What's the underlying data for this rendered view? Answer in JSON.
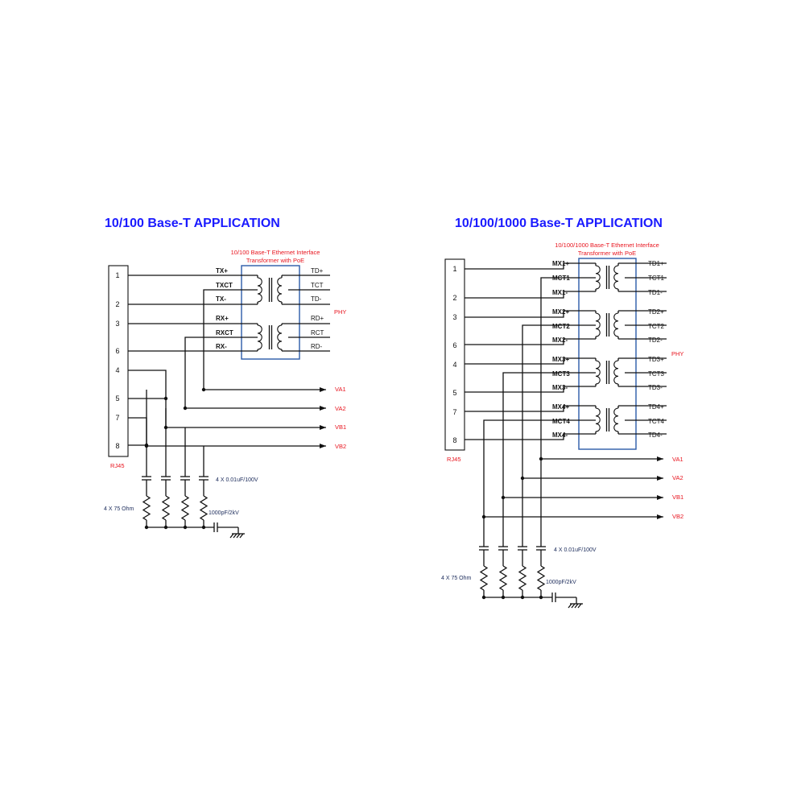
{
  "left": {
    "title": "10/100  Base-T  APPLICATION",
    "transformer_title_1": "10/100 Base-T Ethernet Interface",
    "transformer_title_2": "Transformer with PoE",
    "connector_label": "RJ45",
    "pins": [
      "1",
      "2",
      "3",
      "6",
      "4",
      "5",
      "7",
      "8"
    ],
    "left_signals": [
      "TX+",
      "TXCT",
      "TX-",
      "RX+",
      "RXCT",
      "RX-"
    ],
    "right_signals": [
      "TD+",
      "TCT",
      "TD-",
      "RD+",
      "RCT",
      "RD-"
    ],
    "phy_label": "PHY",
    "outputs": [
      "VA1",
      "VA2",
      "VB1",
      "VB2"
    ],
    "cap_note": "4 X 0.01uF/100V",
    "res_note": "4 X 75 Ohm",
    "hv_cap_note": "1000pF/2kV"
  },
  "right": {
    "title": "10/100/1000  Base-T  APPLICATION",
    "transformer_title_1": "10/100/1000 Base-T Ethernet Interface",
    "transformer_title_2": "Transformer with PoE",
    "connector_label": "RJ45",
    "pins": [
      "1",
      "2",
      "3",
      "6",
      "4",
      "5",
      "7",
      "8"
    ],
    "left_signals": [
      "MX1+",
      "MCT1",
      "MX1-",
      "MX2+",
      "MCT2",
      "MX2-",
      "MX3+",
      "MCT3",
      "MX3-",
      "MX4+",
      "MCT4",
      "MX4-"
    ],
    "right_signals": [
      "TD1+",
      "TCT1",
      "TD1-",
      "TD2+",
      "TCT2",
      "TD2-",
      "TD3+",
      "TCT3",
      "TD3-",
      "TD4+",
      "TCT4",
      "TD4-"
    ],
    "phy_label": "PHY",
    "outputs": [
      "VA1",
      "VA2",
      "VB1",
      "VB2"
    ],
    "cap_note": "4 X 0.01uF/100V",
    "res_note": "4 X 75 Ohm",
    "hv_cap_note": "1000pF/2kV"
  }
}
